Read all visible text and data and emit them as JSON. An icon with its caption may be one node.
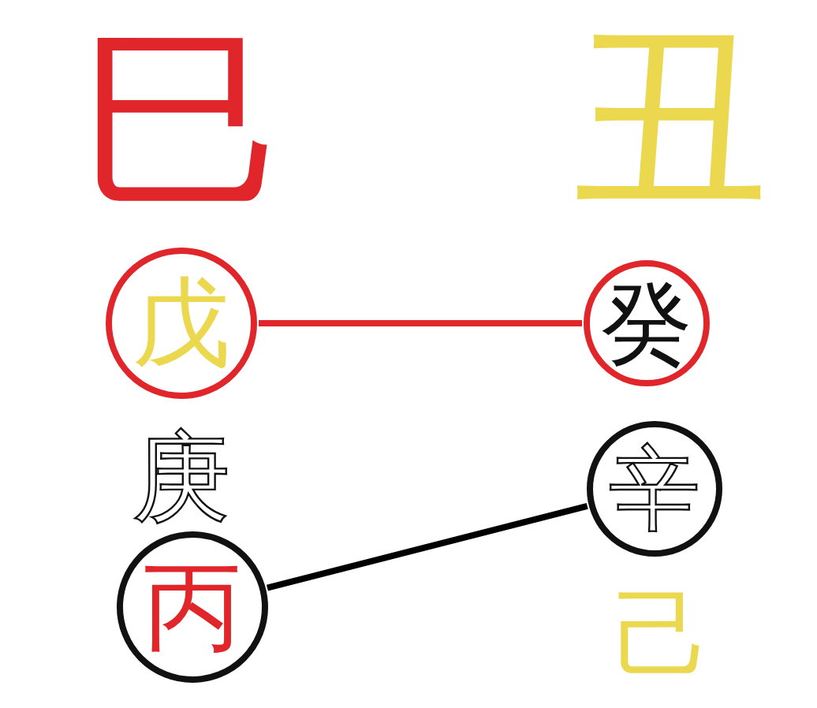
{
  "diagram": {
    "nodes": [
      {
        "text": [
          "戊"
        ]
      },
      {
        "text": [
          "癸"
        ]
      },
      {
        "text": [
          "辛"
        ]
      },
      {
        "text": [
          "丙"
        ]
      }
    ],
    "edges": [
      {
        "from": 0,
        "to": 1,
        "arrow": "none",
        "color": "#e0262b"
      },
      {
        "from": 3,
        "to": 2,
        "arrow": "none",
        "color": "#000000"
      }
    ],
    "labels": [
      "巳",
      "丑",
      "庚",
      "己"
    ]
  }
}
